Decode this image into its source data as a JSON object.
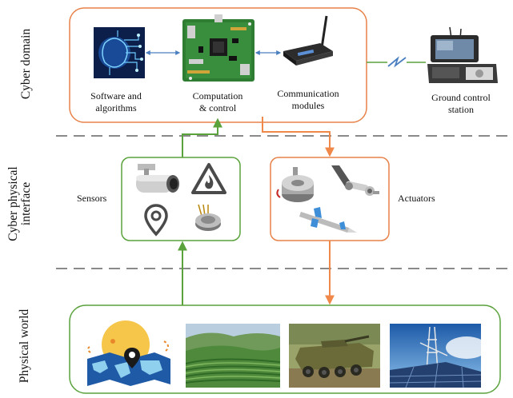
{
  "bands": {
    "cyber_domain": "Cyber domain",
    "cyber_physical_interface": "Cyber physical\ninterface",
    "physical_world": "Physical world"
  },
  "cyber": {
    "software": "Software and\nalgorithms",
    "computation": "Computation\n& control",
    "communication": "Communication\nmodules",
    "ground_station": "Ground control\nstation"
  },
  "interface": {
    "sensors": "Sensors",
    "actuators": "Actuators"
  },
  "colors": {
    "cyber_border": "#e8824a",
    "sensor_border": "#5aa23c",
    "green_arrow": "#5aa23c",
    "orange_arrow": "#f0884a",
    "blue_arrow": "#4a7fc0",
    "dashed_separator": "#8a8a8a"
  },
  "icons": [
    "software-circuit-icon",
    "circuit-board-icon",
    "wireless-module-icon",
    "ground-station-icon",
    "camera-sensor-icon",
    "flame-warning-icon",
    "location-pin-icon",
    "pressure-sensor-icon",
    "motor-icon",
    "robot-arm-icon",
    "missile-icon",
    "map-photo-icon",
    "farmland-photo-icon",
    "armored-vehicle-photo-icon",
    "solar-tower-photo-icon"
  ]
}
